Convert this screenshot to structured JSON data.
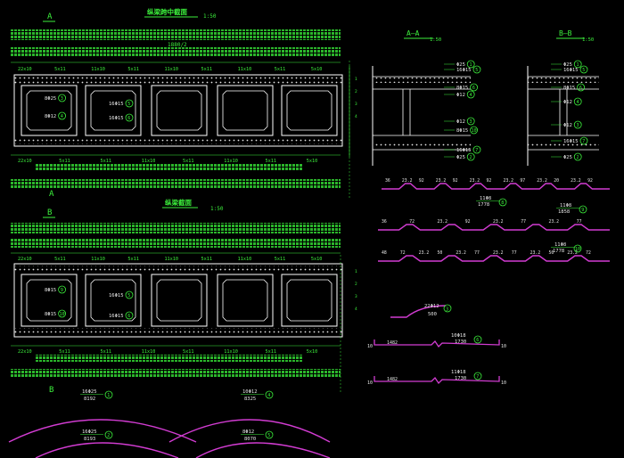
{
  "colors": {
    "background": "#000000",
    "dim": "#3cf03c",
    "dim_fill": "#2bb52b",
    "rebar": "#e6e6e6",
    "outline": "#ffffff",
    "bar_shape": "#d23cd2",
    "label": "#66ff66"
  },
  "section_top": {
    "marker": "A",
    "title": "纵梁跨中截面",
    "scale": "1:50",
    "total_width": "1880/2",
    "pitch_labels": [
      "22x10",
      "5x11",
      "11x10",
      "5x11",
      "11x10",
      "5x11",
      "11x10",
      "5x11",
      "5x10"
    ],
    "bottom_pitch_labels": [
      "22x10",
      "5x11",
      "5x11",
      "11x10",
      "5x11",
      "11x10",
      "5x11",
      "5x10"
    ],
    "rebar_tags": [
      {
        "text": "8Φ25",
        "num": "3"
      },
      {
        "text": "8Φ12",
        "num": "4"
      },
      {
        "text": "16Φ15",
        "num": "5"
      },
      {
        "text": "16Φ15",
        "num": "6"
      }
    ],
    "side_marks": [
      "1",
      "2",
      "3",
      "4"
    ],
    "bottom_marker": "A"
  },
  "section_bottom": {
    "marker": "B",
    "title": "纵梁截面",
    "scale": "1:50",
    "pitch_labels": [
      "22x10",
      "5x11",
      "11x10",
      "5x11",
      "11x10",
      "5x11",
      "11x10",
      "5x11",
      "5x10"
    ],
    "bottom_pitch_labels": [
      "22x10",
      "5x11",
      "5x11",
      "11x10",
      "5x11",
      "11x10",
      "5x11",
      "5x10"
    ],
    "rebar_tags": [
      {
        "text": "8Φ15",
        "num": "9"
      },
      {
        "text": "8Φ15",
        "num": "10"
      },
      {
        "text": "16Φ15",
        "num": "5"
      },
      {
        "text": "16Φ15",
        "num": "6"
      }
    ],
    "side_marks": [
      "1",
      "2",
      "3",
      "4"
    ],
    "bottom_marker": "B"
  },
  "detail_aa": {
    "title": "A—A",
    "scale": "1:50",
    "tags": [
      {
        "text": "Φ25",
        "num": "1"
      },
      {
        "text": "16Φ15",
        "num": "5"
      },
      {
        "text": "8Φ15",
        "num": "6"
      },
      {
        "text": "Φ12",
        "num": "4"
      },
      {
        "text": "Φ12",
        "num": "3"
      },
      {
        "text": "8Φ15",
        "num": "10"
      },
      {
        "text": "16Φ15",
        "num": "7"
      },
      {
        "text": "Φ25",
        "num": "2"
      }
    ]
  },
  "detail_bb": {
    "title": "B—B",
    "scale": "1:50",
    "tags": [
      {
        "text": "Φ25",
        "num": "1"
      },
      {
        "text": "16Φ15",
        "num": "5"
      },
      {
        "text": "8Φ15",
        "num": "6"
      },
      {
        "text": "Φ12",
        "num": "4"
      },
      {
        "text": "Φ12",
        "num": "3"
      },
      {
        "text": "16Φ15",
        "num": "7"
      },
      {
        "text": "Φ25",
        "num": "2"
      }
    ]
  },
  "bar_shapes": [
    {
      "label": "11Φ8",
      "length": "1778",
      "num": "8",
      "dims": [
        "36",
        "23.2",
        "92",
        "23.2",
        "92",
        "23.2",
        "92",
        "23.2",
        "97",
        "23.2",
        "20",
        "23.2",
        "92"
      ]
    },
    {
      "label": "11Φ8",
      "length": "1858",
      "num": "9",
      "dims": [
        "36",
        "72",
        "23.2",
        "92",
        "23.2",
        "77",
        "23.2",
        "77"
      ]
    },
    {
      "label": "11Φ8",
      "length": "1778",
      "num": "10",
      "dims": [
        "48",
        "72",
        "23.2",
        "50",
        "23.2",
        "77",
        "23.2",
        "77",
        "23.2",
        "50",
        "23.2",
        "72"
      ]
    }
  ],
  "small_bar": {
    "label": "22Φ12",
    "length": "500",
    "num": "3"
  },
  "straight_bars": [
    {
      "label": "10Φ18",
      "length": "1730",
      "num": "6",
      "left": "10",
      "mid": "1482",
      "right": "10"
    },
    {
      "label": "11Φ18",
      "length": "1730",
      "num": "7",
      "left": "10",
      "mid": "1482",
      "right": "10"
    }
  ],
  "arcs": [
    {
      "label": "16Φ25",
      "length": "8192",
      "num": "1"
    },
    {
      "label": "10Φ12",
      "length": "8325",
      "num": "4"
    },
    {
      "label": "16Φ25",
      "length": "8193",
      "num": "2"
    },
    {
      "label": "8Φ12",
      "length": "8070",
      "num": "5"
    }
  ]
}
